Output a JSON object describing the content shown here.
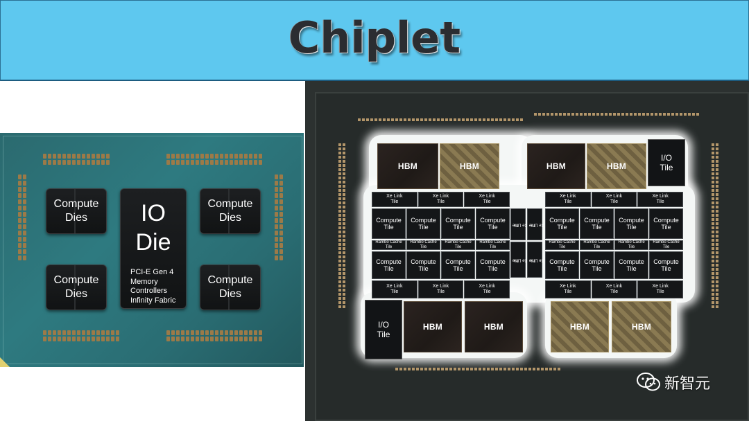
{
  "title": "Chiplet",
  "left_chip": {
    "compute_die_label_1": "Compute",
    "compute_die_label_2": "Dies",
    "io_die_title_1": "IO",
    "io_die_title_2": "Die",
    "io_die_features": [
      "PCI-E Gen 4",
      "Memory",
      "Controllers",
      "Infinity Fabric"
    ]
  },
  "right_chip": {
    "hbm_label": "HBM",
    "io_tile_label_1": "I/O",
    "io_tile_label_2": "Tile",
    "compute_tile_1": "Compute",
    "compute_tile_2": "Tile",
    "xe_link_1": "Xe Link",
    "xe_link_2": "Tile",
    "rambo_1": "Rambo Cache",
    "rambo_2": "Tile"
  },
  "watermark": {
    "icon": "wechat-icon",
    "text": "新智元"
  },
  "colors": {
    "banner": "#5ec8ef",
    "title_text": "#2b2d31",
    "left_substrate": "#2e7a80",
    "die": "#141618"
  }
}
